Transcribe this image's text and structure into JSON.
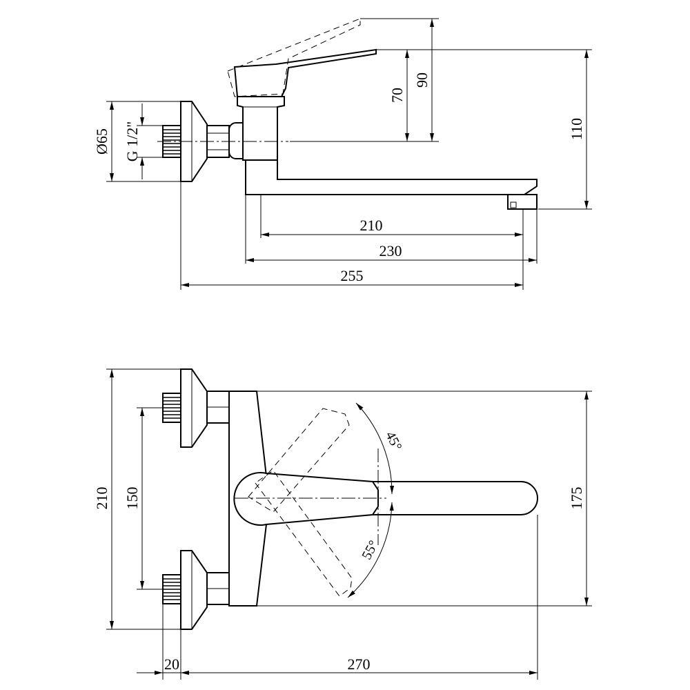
{
  "side_view": {
    "dims": {
      "d70": "70",
      "d90": "90",
      "d110": "110",
      "d210": "210",
      "d230": "230",
      "d255": "255",
      "d65": "Ø65",
      "thread": "G 1/2\""
    }
  },
  "top_view": {
    "dims": {
      "d210": "210",
      "d150": "150",
      "d175": "175",
      "d20": "20",
      "d270": "270",
      "a45": "45°",
      "a55": "55°"
    }
  }
}
